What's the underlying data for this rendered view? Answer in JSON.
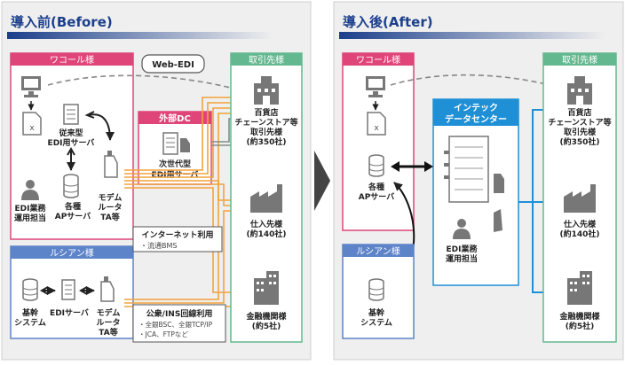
{
  "before": {
    "title": "導入前(Before)",
    "wacoal": {
      "title": "ワコール様",
      "legacy_server": [
        "従来型",
        "EDI用サーバ"
      ],
      "edi_staff": [
        "EDI業務",
        "運用担当"
      ],
      "ap_server": [
        "各種",
        "APサーバ"
      ],
      "modem": [
        "モデム",
        "ルータ",
        "TA等"
      ]
    },
    "webedi": "Web-EDI",
    "external_dc": {
      "title": "外部DC",
      "next_server": [
        "次世代型",
        "EDI用サーバ"
      ]
    },
    "internet_note": {
      "title": "インターネット利用",
      "sub": "・流通BMS"
    },
    "lucien": {
      "title": "ルシアン様",
      "core": [
        "基幹",
        "システム"
      ],
      "edi_server": "EDIサーバ",
      "modem": [
        "モデム",
        "ルータ",
        "TA等"
      ]
    },
    "public_note": {
      "title": "公衆/INS回線利用",
      "lines": [
        "・全銀BSC、全銀TCP/IP",
        "・JCA、FTPなど"
      ]
    },
    "partners": {
      "title": "取引先様",
      "dept": [
        "百貨店",
        "チェーンストア等",
        "取引先様",
        "(約350社)"
      ],
      "supplier": [
        "仕入先様",
        "(約140社)"
      ],
      "bank": [
        "金融機関様",
        "(約5社)"
      ]
    }
  },
  "after": {
    "title": "導入後(After)",
    "wacoal": {
      "title": "ワコール様",
      "ap_server": [
        "各種",
        "APサーバ"
      ]
    },
    "datacenter": {
      "title": [
        "インテック",
        "データセンター"
      ],
      "staff": [
        "EDI業務",
        "運用担当"
      ]
    },
    "lucien": {
      "title": "ルシアン様",
      "core": [
        "基幹",
        "システム"
      ]
    },
    "partners": {
      "title": "取引先様",
      "dept": [
        "百貨店",
        "チェーンストア等",
        "取引先様",
        "(約350社)"
      ],
      "supplier": [
        "仕入先様",
        "(約140社)"
      ],
      "bank": [
        "金融機関様",
        "(約5社)"
      ]
    }
  },
  "colors": {
    "panel_bg": "#efefef",
    "navy": "#1b3f8b",
    "pink_header": "#e0457a",
    "blue_header": "#5d83c8",
    "green_header": "#64b88f",
    "orange": "#f4a23c",
    "cyan": "#1f90d6",
    "dark_box": "#c64a7a"
  }
}
